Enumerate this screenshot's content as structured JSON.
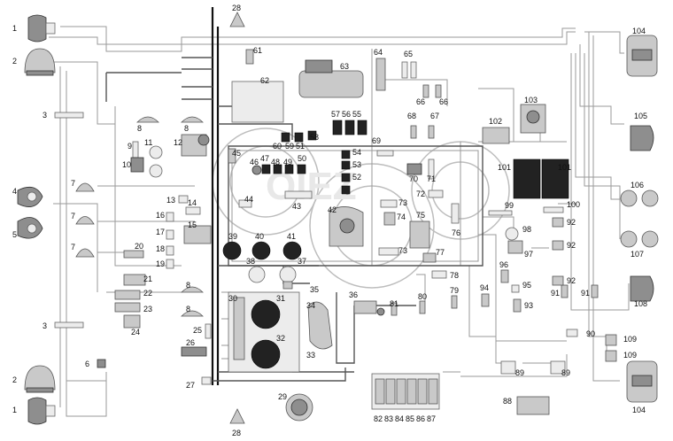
{
  "diagram": {
    "labels": [
      "1",
      "2",
      "3",
      "4",
      "5",
      "6",
      "7",
      "8",
      "9",
      "10",
      "11",
      "12",
      "13",
      "14",
      "15",
      "16",
      "17",
      "18",
      "19",
      "20",
      "21",
      "22",
      "23",
      "24",
      "25",
      "26",
      "27",
      "28",
      "29",
      "30",
      "31",
      "32",
      "33",
      "34",
      "35",
      "36",
      "37",
      "38",
      "39",
      "40",
      "41",
      "42",
      "43",
      "44",
      "45",
      "46",
      "47",
      "48",
      "49",
      "50",
      "51",
      "52",
      "53",
      "54",
      "55",
      "56",
      "57",
      "58",
      "59",
      "60",
      "61",
      "62",
      "63",
      "64",
      "65",
      "66",
      "67",
      "68",
      "69",
      "70",
      "71",
      "72",
      "73",
      "74",
      "75",
      "76",
      "77",
      "78",
      "79",
      "80",
      "81",
      "82",
      "83",
      "84",
      "85",
      "86",
      "87",
      "88",
      "89",
      "90",
      "91",
      "92",
      "93",
      "94",
      "95",
      "96",
      "97",
      "98",
      "99",
      "100",
      "101",
      "102",
      "103",
      "104",
      "105",
      "106",
      "107",
      "108",
      "109"
    ]
  },
  "watermark": "OIEZ"
}
